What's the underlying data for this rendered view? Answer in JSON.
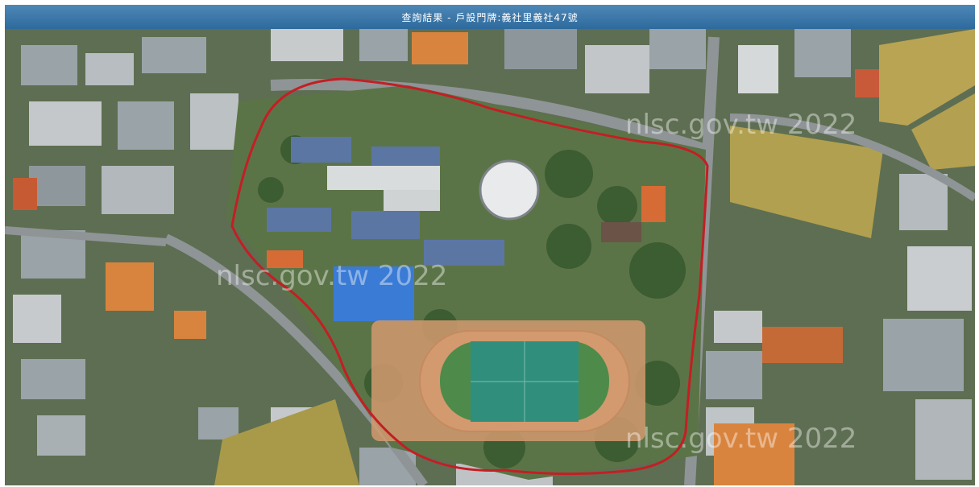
{
  "title_bar": {
    "title": "查詢結果 - 戶設門牌:義社里義社47號"
  },
  "map": {
    "watermarks": [
      "nlsc.gov.tw 2022",
      "nlsc.gov.tw 2022",
      "nlsc.gov.tw 2022"
    ],
    "boundary_color": "#c41e24",
    "field_color": "#2f8f7c",
    "track_color": "#d29a6e",
    "colors": {
      "vegetation": "#466b3a",
      "roof_blue": "#3a7bd5",
      "paddy": "#b9a454",
      "roof_orange": "#d9843e"
    }
  }
}
